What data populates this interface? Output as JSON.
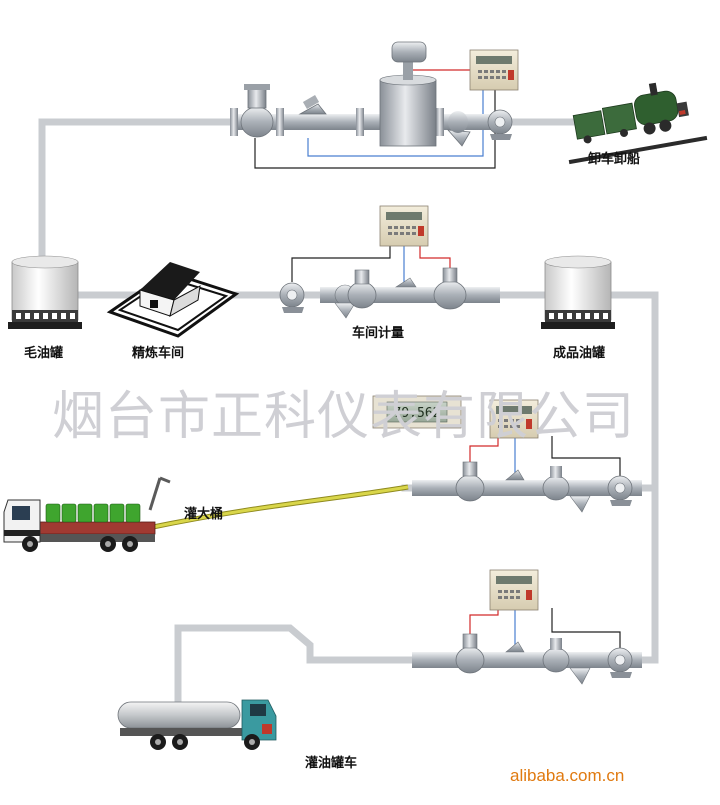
{
  "labels": {
    "unload": "卸车卸船",
    "crude_tank": "毛油罐",
    "refinery": "精炼车间",
    "workshop_metering": "车间计量",
    "product_tank": "成品油罐",
    "barrel_filling": "灌大桶",
    "tanker_filling": "灌油罐车"
  },
  "display_reading": "79.562",
  "watermark": "烟台市正科仪表有限公司",
  "brand": "alibaba.com.cn",
  "colors": {
    "pipe": "#c9ccd0",
    "signal_red": "#d22a2a",
    "signal_blue": "#4a7fd0",
    "signal_black": "#222222",
    "hose": "#c9c53c",
    "drum_green": "#3fa52e",
    "brand_orange": "#e07a10"
  }
}
